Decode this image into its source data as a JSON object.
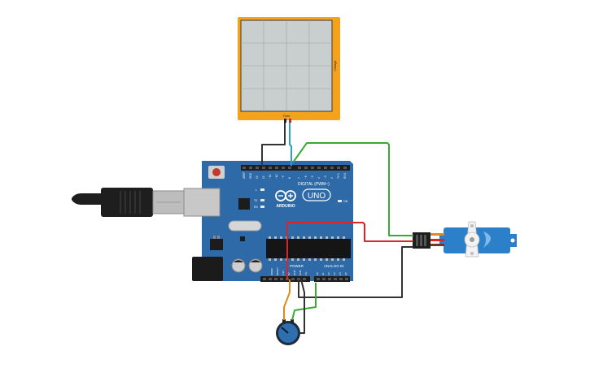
{
  "oscilloscope": {
    "x_axis_label": "Time",
    "y_axis_label": "Voltage"
  },
  "arduino": {
    "logo_text": "ARDUINO",
    "model": "UNO",
    "digital_label": "DIGITAL (PWM~)",
    "power_label": "POWER",
    "analog_label": "ANALOG IN",
    "on_label": "ON",
    "led_l": "L",
    "led_tx": "TX",
    "led_rx": "RX",
    "digital_pins": [
      "AREF",
      "GND",
      "13",
      "12",
      "~11",
      "~10",
      "~9",
      "8",
      "7",
      "~6",
      "~5",
      "4",
      "~3",
      "2",
      "TX 1",
      "RX 0"
    ],
    "power_pins": [
      "IOREF",
      "RESET",
      "3.3V",
      "5V",
      "GND",
      "GND",
      "Vin"
    ],
    "analog_pins": [
      "A0",
      "A1",
      "A2",
      "A3",
      "A4",
      "A5"
    ]
  },
  "colors": {
    "board": "#2f6aa8",
    "scope_frame": "#f4a21c",
    "scope_screen": "#c9cfcf",
    "wire_black": "#333333",
    "wire_red": "#d9242a",
    "wire_green": "#3aaa35",
    "wire_blue": "#2a9fd6",
    "wire_orange": "#e08a1e",
    "servo": "#2b80c9"
  }
}
